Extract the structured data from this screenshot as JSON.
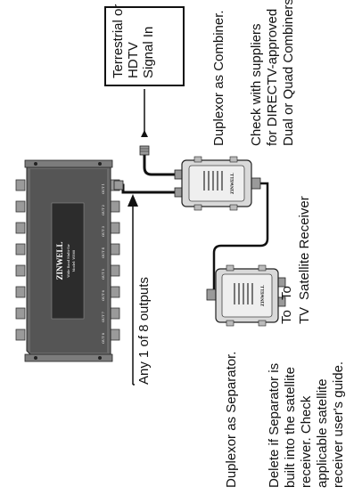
{
  "multiswitch": {
    "brand": "ZINWELL",
    "line1": "Wide Band Multi-Sw",
    "line2": "Model: WB68",
    "port_labels": [
      "OUT 1",
      "OUT 2",
      "OUT 3",
      "OUT 4",
      "OUT 5",
      "OUT 6",
      "OUT 7",
      "OUT 8"
    ]
  },
  "duplexor": {
    "brand": "ZINWELL"
  },
  "labels": {
    "terrestrial": [
      "Terrestrial or",
      "HDTV",
      "Signal In"
    ],
    "combiner": "Duplexor as Combiner.",
    "check": [
      "Check with suppliers",
      "for DIRECTV-approved",
      "Dual or Quad Combiners."
    ],
    "receiver_to": [
      "To",
      "To"
    ],
    "receivers": [
      "TV",
      "Satellite Receiver"
    ],
    "separator": "Duplexor as Separator.",
    "delete": [
      "Delete if Separator is",
      "built into the satellite",
      "receiver. Check",
      "applicable satellite",
      "receiver user's guide."
    ],
    "outputs": "Any 1 of 8 outputs"
  }
}
